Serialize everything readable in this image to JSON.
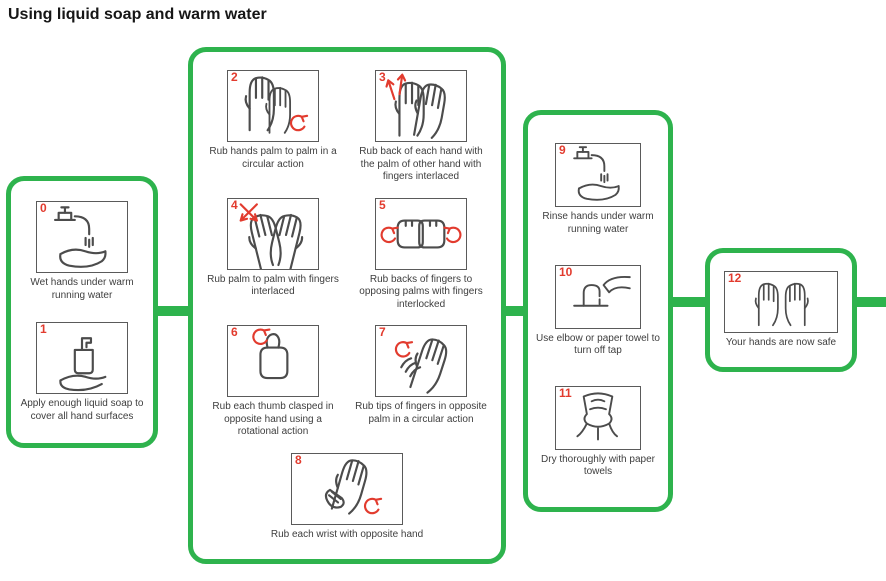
{
  "title": "Using liquid soap and warm water",
  "colors": {
    "panel_green": "#2eb34d",
    "step_number_red": "#e23b2e",
    "caption_text": "#3e3e3e"
  },
  "panels": {
    "prep": {
      "steps": [
        {
          "num": "0",
          "caption": "Wet hands under warm running water",
          "icon": "wet-hands"
        },
        {
          "num": "1",
          "caption": "Apply enough liquid soap to cover all hand surfaces",
          "icon": "soap-dispenser"
        }
      ]
    },
    "wash": {
      "steps": [
        {
          "num": "2",
          "caption": "Rub hands palm to palm in a circular action",
          "icon": "rub-palms-circular"
        },
        {
          "num": "3",
          "caption": "Rub back of each hand with the palm of other hand with fingers interlaced",
          "icon": "back-of-hands"
        },
        {
          "num": "4",
          "caption": "Rub palm to palm with fingers interlaced",
          "icon": "fingers-interlaced"
        },
        {
          "num": "5",
          "caption": "Rub backs of fingers to opposing palms with fingers interlocked",
          "icon": "fingers-interlocked"
        },
        {
          "num": "6",
          "caption": "Rub each thumb clasped in opposite hand using a rotational action",
          "icon": "thumb-rotational"
        },
        {
          "num": "7",
          "caption": "Rub tips of fingers in opposite palm in a circular action",
          "icon": "fingertips-in-palm"
        },
        {
          "num": "8",
          "caption": "Rub each wrist with opposite hand",
          "icon": "wrist-rub"
        }
      ]
    },
    "rinse": {
      "steps": [
        {
          "num": "9",
          "caption": "Rinse hands under warm running water",
          "icon": "rinse-hands"
        },
        {
          "num": "10",
          "caption": "Use elbow or paper towel to turn off tap",
          "icon": "elbow-tap"
        },
        {
          "num": "11",
          "caption": "Dry thoroughly with paper towels",
          "icon": "paper-towel-dry"
        }
      ]
    },
    "done": {
      "steps": [
        {
          "num": "12",
          "caption": "Your hands are now safe",
          "icon": "safe-hands"
        }
      ]
    }
  }
}
